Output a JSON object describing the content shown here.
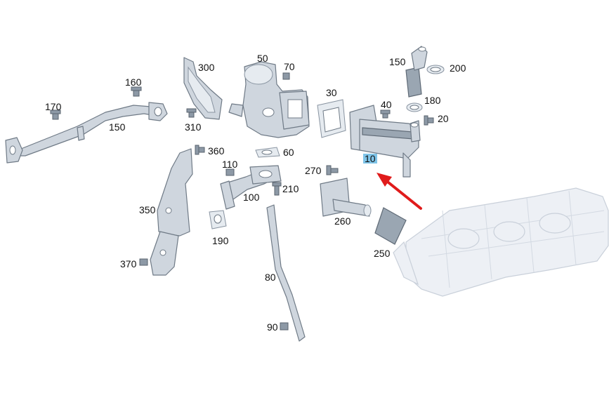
{
  "colors": {
    "part_fill": "#cfd6de",
    "highlight": "#7fc4e8",
    "arrow": "#e01b1b"
  },
  "selected_part": "10",
  "callouts": {
    "p10": "10",
    "p20": "20",
    "p30": "30",
    "p40": "40",
    "p50": "50",
    "p60": "60",
    "p70": "70",
    "p80": "80",
    "p90": "90",
    "p100": "100",
    "p110": "110",
    "p150a": "150",
    "p150b": "150",
    "p160": "160",
    "p170": "170",
    "p180": "180",
    "p190": "190",
    "p200": "200",
    "p210": "210",
    "p250": "250",
    "p260": "260",
    "p270": "270",
    "p300": "300",
    "p310": "310",
    "p350": "350",
    "p360": "360",
    "p370": "370"
  }
}
